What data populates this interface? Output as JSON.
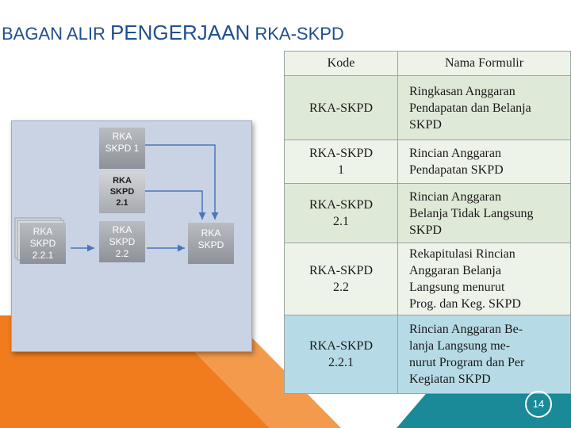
{
  "title": {
    "part1": "BAGAN ALIR ",
    "part2": "PENGERJAAN",
    "part3": " RKA-SKPD"
  },
  "diagram": {
    "doc_rka_skpd1": [
      "RKA",
      "SKPD 1"
    ],
    "doc_rka_skpd21": [
      "RKA",
      "SKPD",
      "2.1"
    ],
    "doc_rka_skpd221": [
      "RKA",
      "SKPD",
      "2.2.1"
    ],
    "doc_rka_skpd22": [
      "RKA",
      "SKPD",
      "2.2"
    ],
    "doc_rka_skpd": [
      "RKA",
      "SKPD"
    ]
  },
  "table": {
    "headers": [
      "Kode",
      "Nama Formulir"
    ],
    "rows": [
      {
        "kode": [
          "RKA-SKPD"
        ],
        "nama": [
          "Ringkasan Anggaran",
          "Pendapatan dan Belanja",
          "SKPD"
        ]
      },
      {
        "kode": [
          "RKA-SKPD",
          "1"
        ],
        "nama": [
          "Rincian Anggaran",
          "Pendapatan SKPD"
        ]
      },
      {
        "kode": [
          "RKA-SKPD",
          "2.1"
        ],
        "nama": [
          "Rincian Anggaran",
          "Belanja Tidak Langsung",
          "SKPD"
        ]
      },
      {
        "kode": [
          "RKA-SKPD",
          "2.2"
        ],
        "nama": [
          "Rekapitulasi Rincian",
          "Anggaran Belanja",
          "Langsung menurut",
          "Prog. dan Keg. SKPD"
        ]
      },
      {
        "kode": [
          "RKA-SKPD",
          "2.2.1"
        ],
        "nama": [
          "Rincian Anggaran Be-",
          "lanja Langsung me-",
          "nurut Program dan Per",
          "Kegiatan SKPD"
        ]
      }
    ]
  },
  "page_number": "14",
  "colors": {
    "orange": "#f07c1e",
    "teal": "#1a8a98",
    "title_blue": "#1f4f8f"
  }
}
